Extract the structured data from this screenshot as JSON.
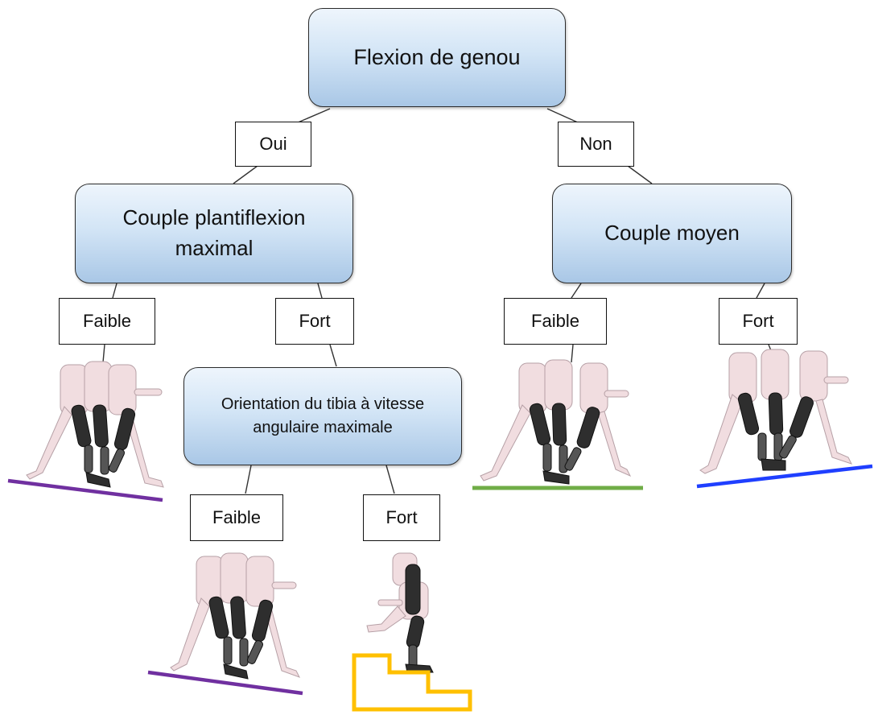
{
  "root": {
    "title": "Flexion de genou"
  },
  "branches": {
    "yes": "Oui",
    "no": "Non"
  },
  "left": {
    "title": "Couple plantiflexion maximal",
    "low": "Faible",
    "high": "Fort",
    "sub": {
      "title": "Orientation du tibia à vitesse angulaire maximale",
      "low": "Faible",
      "high": "Fort"
    }
  },
  "right": {
    "title": "Couple moyen",
    "low": "Faible",
    "high": "Fort"
  },
  "outcomes": {
    "downhill_walk": {
      "icon": "walking-figure-icon",
      "ground_color": "#7030a0"
    },
    "flat_walk": {
      "icon": "walking-figure-icon",
      "ground_color": "#70ad47"
    },
    "uphill_walk": {
      "icon": "walking-figure-icon",
      "ground_color": "#1f3fff"
    },
    "stairs": {
      "icon": "stair-climb-icon",
      "ground_color": "#ffc000"
    }
  }
}
